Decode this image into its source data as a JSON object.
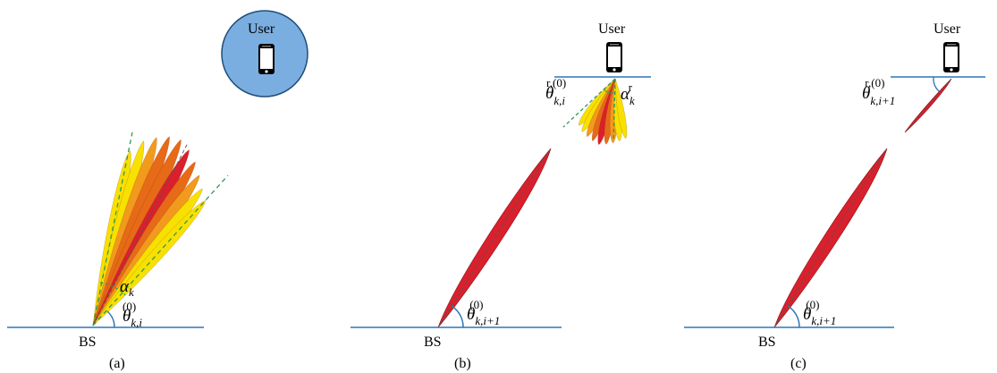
{
  "panels": [
    {
      "caption": "(a)",
      "bs_label": "BS",
      "user_label": "User",
      "alpha_label": {
        "base": "α",
        "sub": "k",
        "sup": ""
      },
      "theta_label": {
        "base": "θ",
        "sub": "k,i",
        "sup": "(0)"
      }
    },
    {
      "caption": "(b)",
      "bs_label": "BS",
      "user_label": "User",
      "theta_label": {
        "base": "θ",
        "sub": "k,i+1",
        "sup": "(0)"
      },
      "theta_r_label": {
        "base": "θ",
        "sub": "k,i",
        "sup": "r,(0)"
      },
      "alpha_r_label": {
        "base": "α",
        "sub": "k",
        "sup": "r"
      }
    },
    {
      "caption": "(c)",
      "bs_label": "BS",
      "user_label": "User",
      "theta_label": {
        "base": "θ",
        "sub": "k,i+1",
        "sup": "(0)"
      },
      "theta_r_label": {
        "base": "θ",
        "sub": "k,i+1",
        "sup": "r,(0)"
      }
    }
  ],
  "colors": {
    "ground_line": "#2e75b6",
    "beam_red": "#d9202c",
    "beam_orange_dark": "#e66a17",
    "beam_orange": "#f29a1d",
    "beam_yellow": "#f8e000",
    "beam_dash": "#555555",
    "sector_dash": "#2e9a58",
    "user_circle_fill": "#7aaee0",
    "user_circle_stroke": "#1f4e79",
    "angle_arc": "#2e75b6",
    "phone_body": "#000000",
    "phone_screen": "#ffffff"
  },
  "icons": [
    "smartphone-icon",
    "user-coverage-circle"
  ]
}
